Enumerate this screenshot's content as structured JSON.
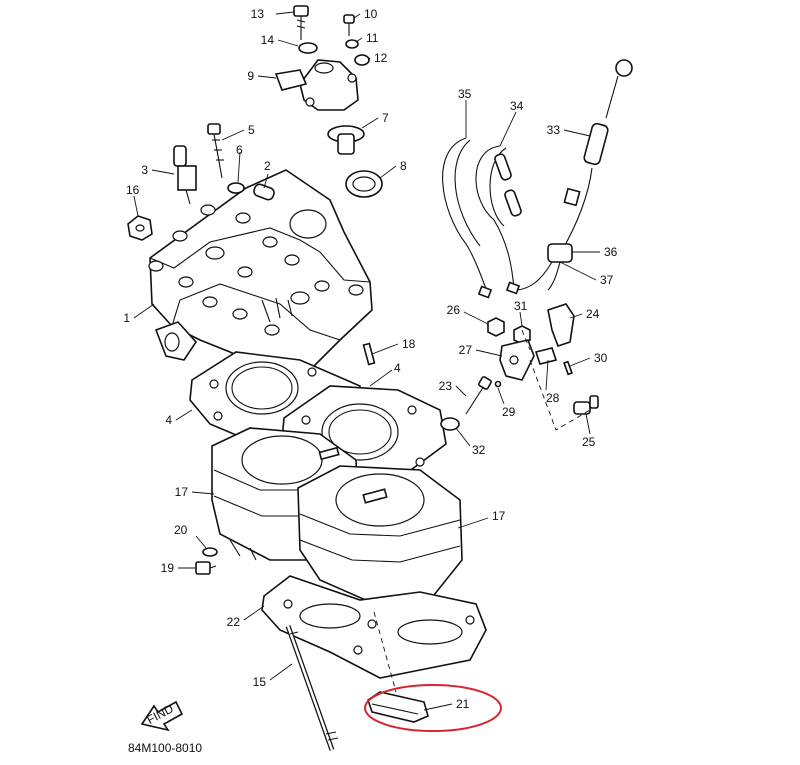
{
  "diagram": {
    "code": "84M100-8010",
    "find_label": "FIND",
    "highlight_color": "#d9232e",
    "ink_color": "#111111",
    "callouts": [
      {
        "id": "c13",
        "label": "13"
      },
      {
        "id": "c10",
        "label": "10"
      },
      {
        "id": "c14",
        "label": "14"
      },
      {
        "id": "c11",
        "label": "11"
      },
      {
        "id": "c12",
        "label": "12"
      },
      {
        "id": "c9",
        "label": "9"
      },
      {
        "id": "c5",
        "label": "5"
      },
      {
        "id": "c7",
        "label": "7"
      },
      {
        "id": "c6",
        "label": "6"
      },
      {
        "id": "c3",
        "label": "3"
      },
      {
        "id": "c2",
        "label": "2"
      },
      {
        "id": "c8",
        "label": "8"
      },
      {
        "id": "c16",
        "label": "16"
      },
      {
        "id": "c1",
        "label": "1"
      },
      {
        "id": "c35",
        "label": "35"
      },
      {
        "id": "c34",
        "label": "34"
      },
      {
        "id": "c33",
        "label": "33"
      },
      {
        "id": "c36",
        "label": "36"
      },
      {
        "id": "c37",
        "label": "37"
      },
      {
        "id": "c26",
        "label": "26"
      },
      {
        "id": "c31",
        "label": "31"
      },
      {
        "id": "c24",
        "label": "24"
      },
      {
        "id": "c27",
        "label": "27"
      },
      {
        "id": "c30",
        "label": "30"
      },
      {
        "id": "c18",
        "label": "18"
      },
      {
        "id": "c4a",
        "label": "4"
      },
      {
        "id": "c4b",
        "label": "4"
      },
      {
        "id": "c23",
        "label": "23"
      },
      {
        "id": "c28",
        "label": "28"
      },
      {
        "id": "c29",
        "label": "29"
      },
      {
        "id": "c25",
        "label": "25"
      },
      {
        "id": "c32",
        "label": "32"
      },
      {
        "id": "c17a",
        "label": "17"
      },
      {
        "id": "c17b",
        "label": "17"
      },
      {
        "id": "c20",
        "label": "20"
      },
      {
        "id": "c19",
        "label": "19"
      },
      {
        "id": "c22",
        "label": "22"
      },
      {
        "id": "c15",
        "label": "15"
      },
      {
        "id": "c21",
        "label": "21"
      }
    ]
  }
}
